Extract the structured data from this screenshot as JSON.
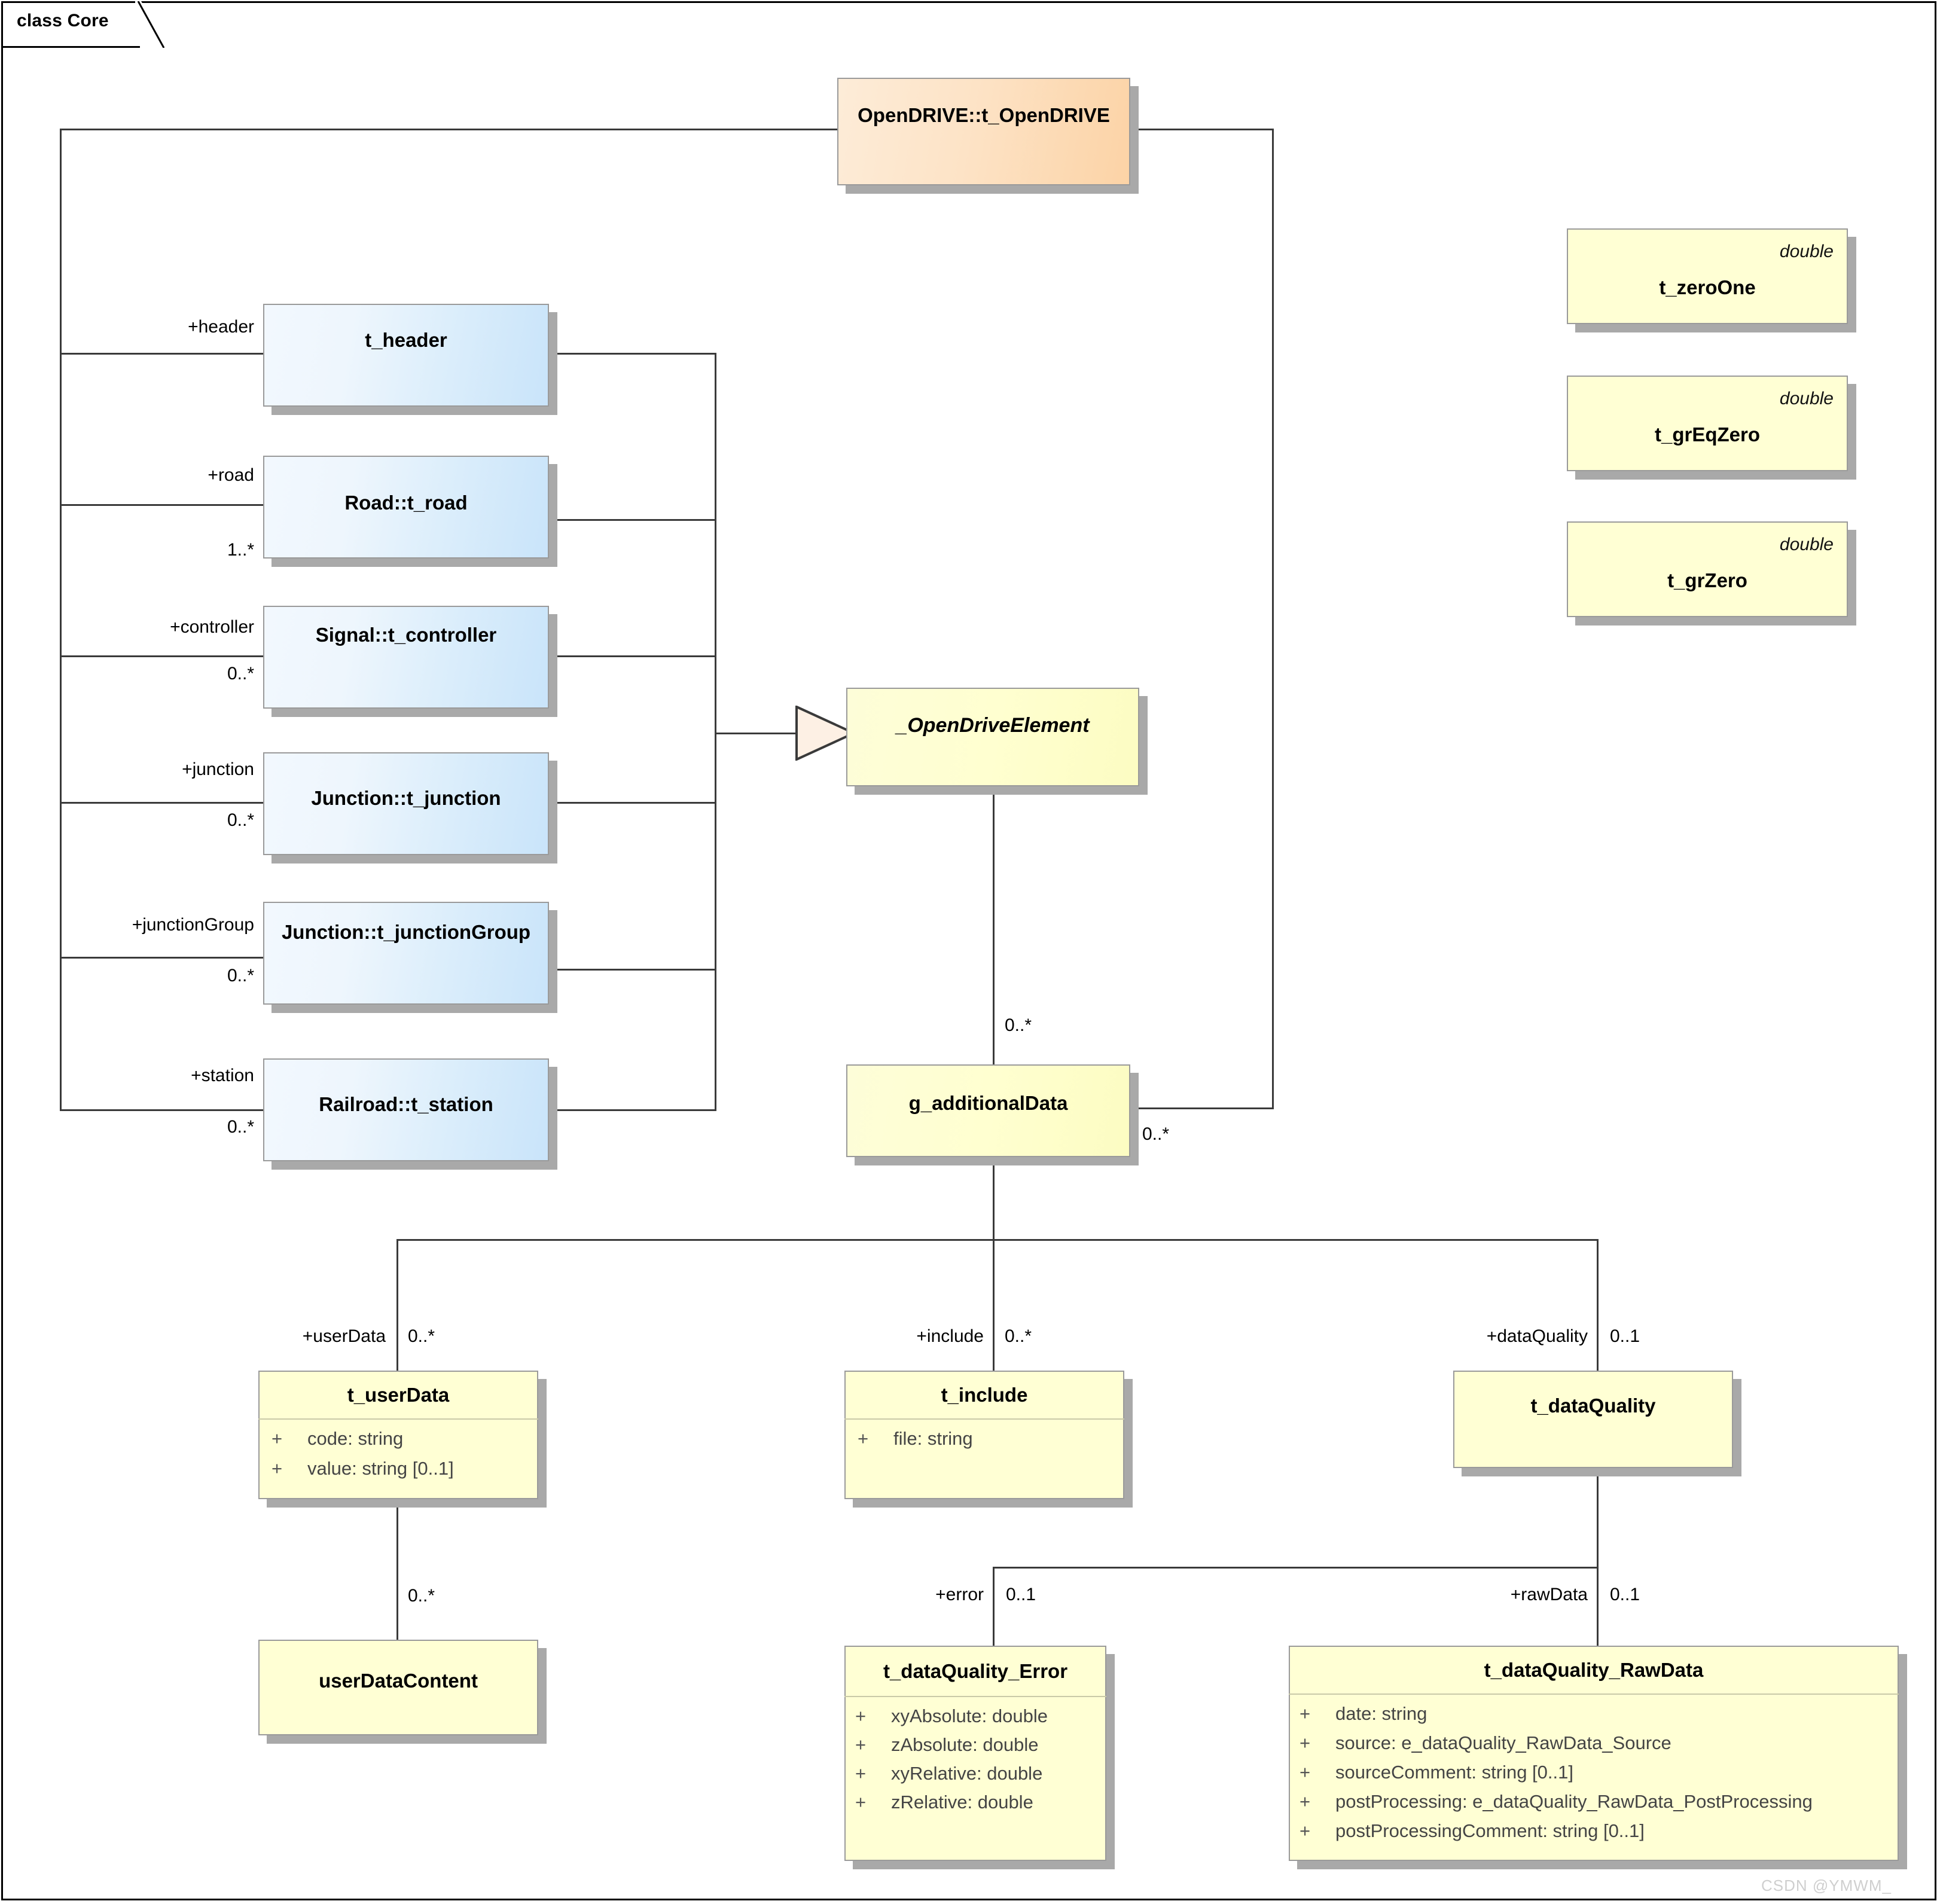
{
  "diagram": {
    "frame_label": "class Core",
    "watermark": "CSDN @YMWM_"
  },
  "nodes": {
    "opendrive": {
      "name": "OpenDRIVE::t_OpenDRIVE"
    },
    "header": {
      "name": "t_header"
    },
    "road": {
      "name": "Road::t_road"
    },
    "controller": {
      "name": "Signal::t_controller"
    },
    "junction": {
      "name": "Junction::t_junction"
    },
    "junction_group": {
      "name": "Junction::t_junctionGroup"
    },
    "station": {
      "name": "Railroad::t_station"
    },
    "open_drive_element": {
      "name": "_OpenDriveElement"
    },
    "additional_data": {
      "name": "g_additionalData"
    },
    "zero_one": {
      "name": "t_zeroOne",
      "stereotype": "double"
    },
    "greqzero": {
      "name": "t_grEqZero",
      "stereotype": "double"
    },
    "grzero": {
      "name": "t_grZero",
      "stereotype": "double"
    },
    "user_data": {
      "name": "t_userData",
      "attributes": [
        {
          "visibility": "+",
          "text": "code: string"
        },
        {
          "visibility": "+",
          "text": "value: string [0..1]"
        }
      ]
    },
    "user_data_content": {
      "name": "userDataContent"
    },
    "include": {
      "name": "t_include",
      "attributes": [
        {
          "visibility": "+",
          "text": "file: string"
        }
      ]
    },
    "data_quality": {
      "name": "t_dataQuality"
    },
    "data_quality_error": {
      "name": "t_dataQuality_Error",
      "attributes": [
        {
          "visibility": "+",
          "text": "xyAbsolute: double"
        },
        {
          "visibility": "+",
          "text": "zAbsolute: double"
        },
        {
          "visibility": "+",
          "text": "xyRelative: double"
        },
        {
          "visibility": "+",
          "text": "zRelative: double"
        }
      ]
    },
    "data_quality_rawdata": {
      "name": "t_dataQuality_RawData",
      "attributes": [
        {
          "visibility": "+",
          "text": "date: string"
        },
        {
          "visibility": "+",
          "text": "source: e_dataQuality_RawData_Source"
        },
        {
          "visibility": "+",
          "text": "sourceComment: string [0..1]"
        },
        {
          "visibility": "+",
          "text": "postProcessing: e_dataQuality_RawData_PostProcessing"
        },
        {
          "visibility": "+",
          "text": "postProcessingComment: string [0..1]"
        }
      ]
    }
  },
  "edges": {
    "header": {
      "role": "+header",
      "multiplicity": ""
    },
    "road": {
      "role": "+road",
      "multiplicity": "1..*"
    },
    "controller": {
      "role": "+controller",
      "multiplicity": "0..*"
    },
    "junction": {
      "role": "+junction",
      "multiplicity": "0..*"
    },
    "junction_group": {
      "role": "+junctionGroup",
      "multiplicity": "0..*"
    },
    "station": {
      "role": "+station",
      "multiplicity": "0..*"
    },
    "additional_top": {
      "multiplicity": "0..*"
    },
    "additional_right": {
      "multiplicity": "0..*"
    },
    "user_data": {
      "role": "+userData",
      "multiplicity": "0..*"
    },
    "user_data_content": {
      "multiplicity": "0..*"
    },
    "include": {
      "role": "+include",
      "multiplicity": "0..*"
    },
    "data_quality": {
      "role": "+dataQuality",
      "multiplicity": "0..1"
    },
    "error": {
      "role": "+error",
      "multiplicity": "0..1"
    },
    "rawdata": {
      "role": "+rawData",
      "multiplicity": "0..1"
    }
  },
  "colors": {
    "blue_fill": "#dceefb",
    "orange_fill": "#fcd3a6",
    "yellow_fill": "#ffffd4",
    "line": "#3a3a3a",
    "border": "#9a9a9a"
  }
}
